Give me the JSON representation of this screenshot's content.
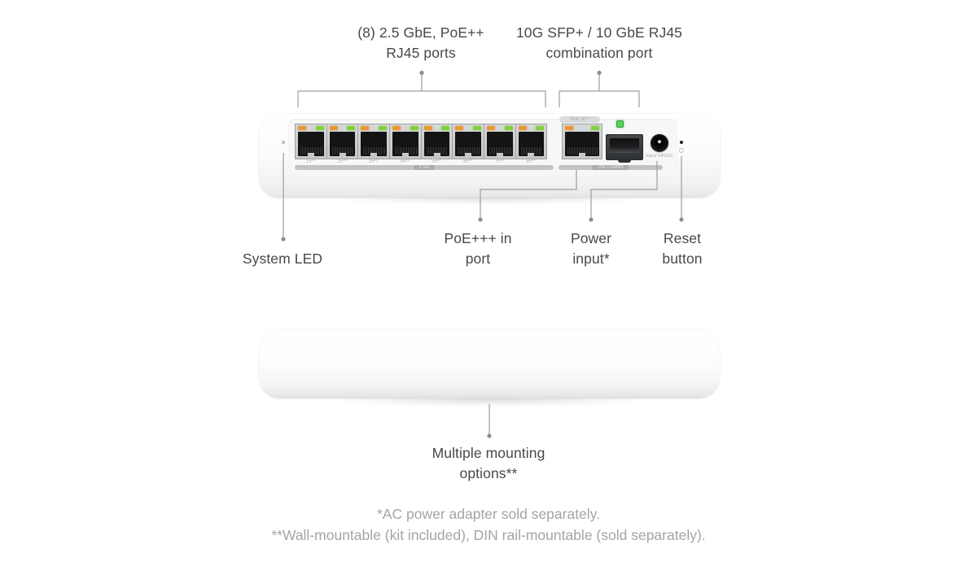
{
  "callouts": {
    "ports": {
      "line1": "(8) 2.5 GbE, PoE++",
      "line2": "RJ45 ports"
    },
    "combo": {
      "line1": "10G SFP+ / 10 GbE RJ45",
      "line2": "combination port"
    },
    "system_led": {
      "line1": "System LED"
    },
    "poe_in": {
      "line1": "PoE+++ in",
      "line2": "port"
    },
    "power_input": {
      "line1": "Power",
      "line2": "input*"
    },
    "reset_button": {
      "line1": "Reset",
      "line2": "button"
    },
    "mounting": {
      "line1": "Multiple mounting",
      "line2": "options**"
    }
  },
  "device": {
    "port_labels": [
      "1ϟ**",
      "2ϟ**",
      "3ϟ**",
      "4ϟ**",
      "5ϟ**",
      "6ϟ**",
      "7ϟ**",
      "8ϟ**"
    ],
    "ports_bar_label": "2.5G",
    "combo_top_label": "PoE IN**",
    "combo_bar_label": "10G COMBO",
    "power_jack_label": "Input 54VDC",
    "led_colors": {
      "orange": "#e7973a",
      "green": "#85cf3d",
      "sfp_green": "#58d25f"
    }
  },
  "footnotes": {
    "line1": "*AC power adapter sold separately.",
    "line2": "**Wall-mountable (kit included), DIN rail-mountable (sold separately)."
  }
}
